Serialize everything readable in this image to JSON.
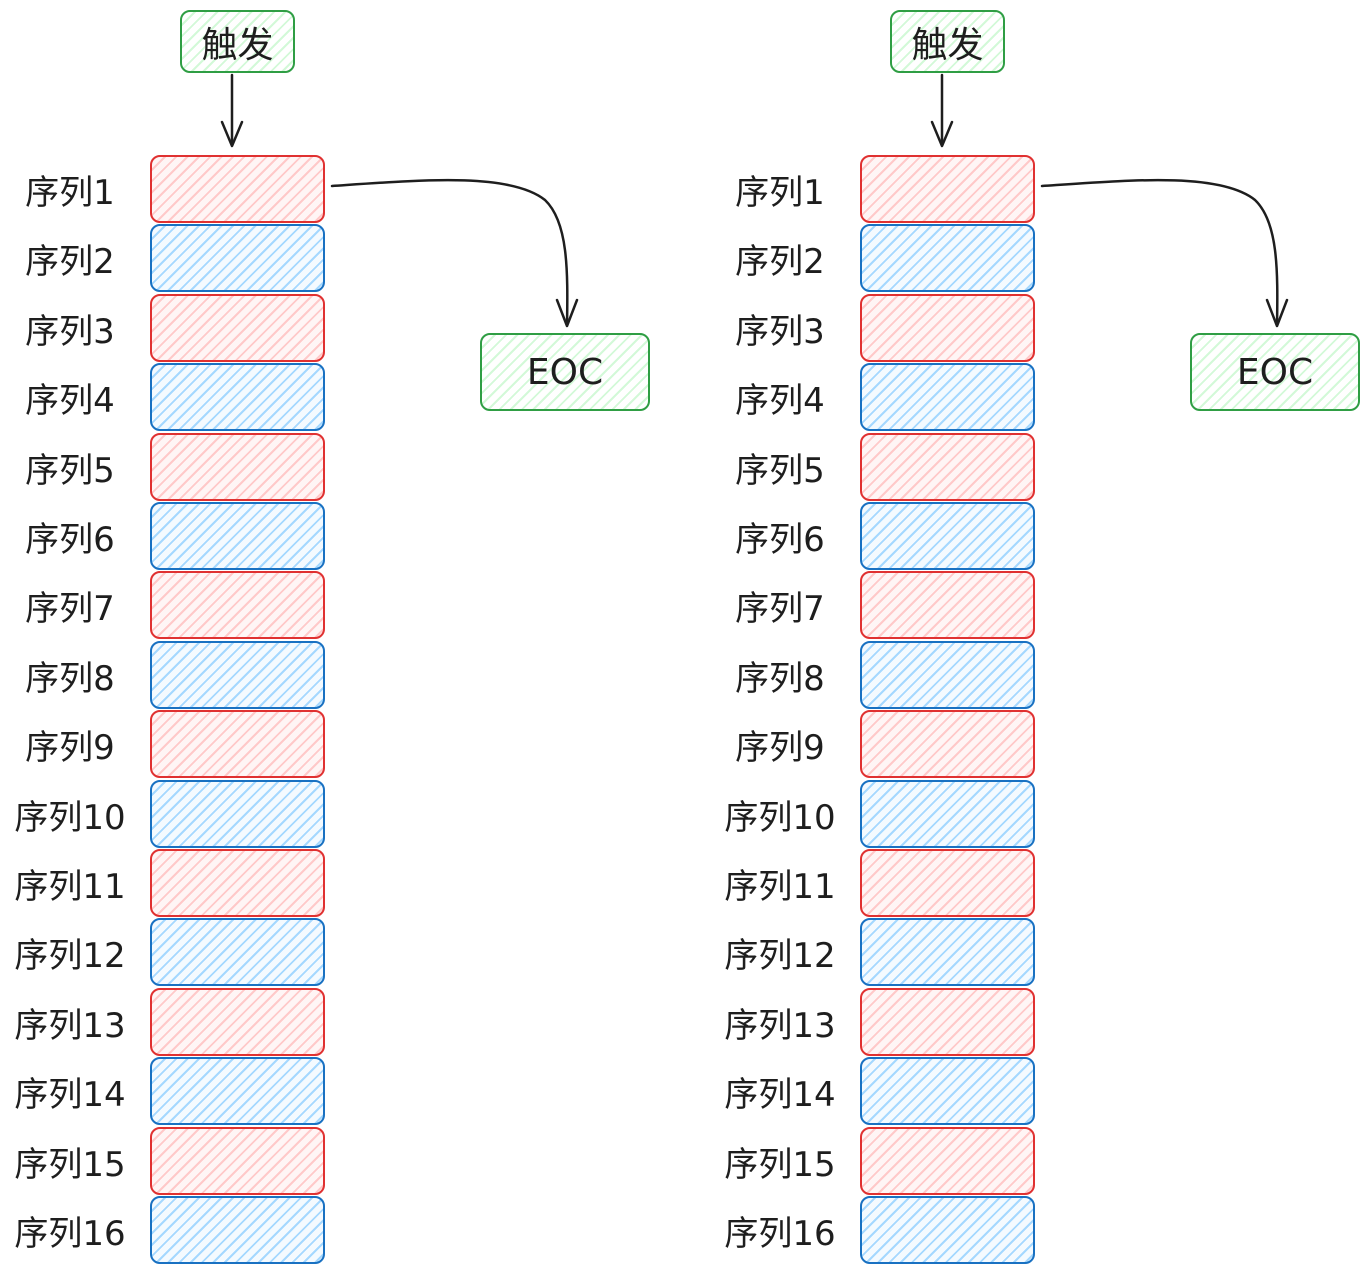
{
  "colors": {
    "trigger_stroke": "#2f9e44",
    "trigger_fill": "#d3f9d8",
    "odd_stroke": "#e03131",
    "odd_fill": "#ffc9c9",
    "even_stroke": "#1971c2",
    "even_fill": "#a5d8ff",
    "arrow": "#1e1e1e"
  },
  "panels": [
    {
      "trigger": "触发",
      "eoc": "EOC",
      "sequences": [
        "序列1",
        "序列2",
        "序列3",
        "序列4",
        "序列5",
        "序列6",
        "序列7",
        "序列8",
        "序列9",
        "序列10",
        "序列11",
        "序列12",
        "序列13",
        "序列14",
        "序列15",
        "序列16"
      ]
    },
    {
      "trigger": "触发",
      "eoc": "EOC",
      "sequences": [
        "序列1",
        "序列2",
        "序列3",
        "序列4",
        "序列5",
        "序列6",
        "序列7",
        "序列8",
        "序列9",
        "序列10",
        "序列11",
        "序列12",
        "序列13",
        "序列14",
        "序列15",
        "序列16"
      ]
    }
  ]
}
